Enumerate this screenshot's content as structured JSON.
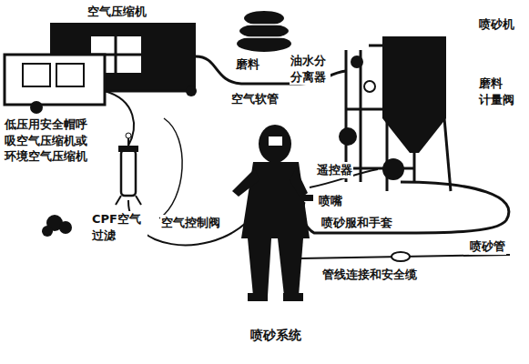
{
  "diagram": {
    "caption": "喷砂系统",
    "labels": [
      "空气压缩机",
      "磨料",
      "喷砂机",
      "油水分 分离器",
      "空气软管",
      "磨料 计量阀",
      "低压用安全帽呼 吸空气压缩机或 环境空气压缩机",
      "CPF空气 过滤",
      "空气控制阀",
      "遥控器",
      "喷嘴",
      "喷砂服和手套",
      "喷砂管",
      "管线连接和安全缆"
    ]
  }
}
